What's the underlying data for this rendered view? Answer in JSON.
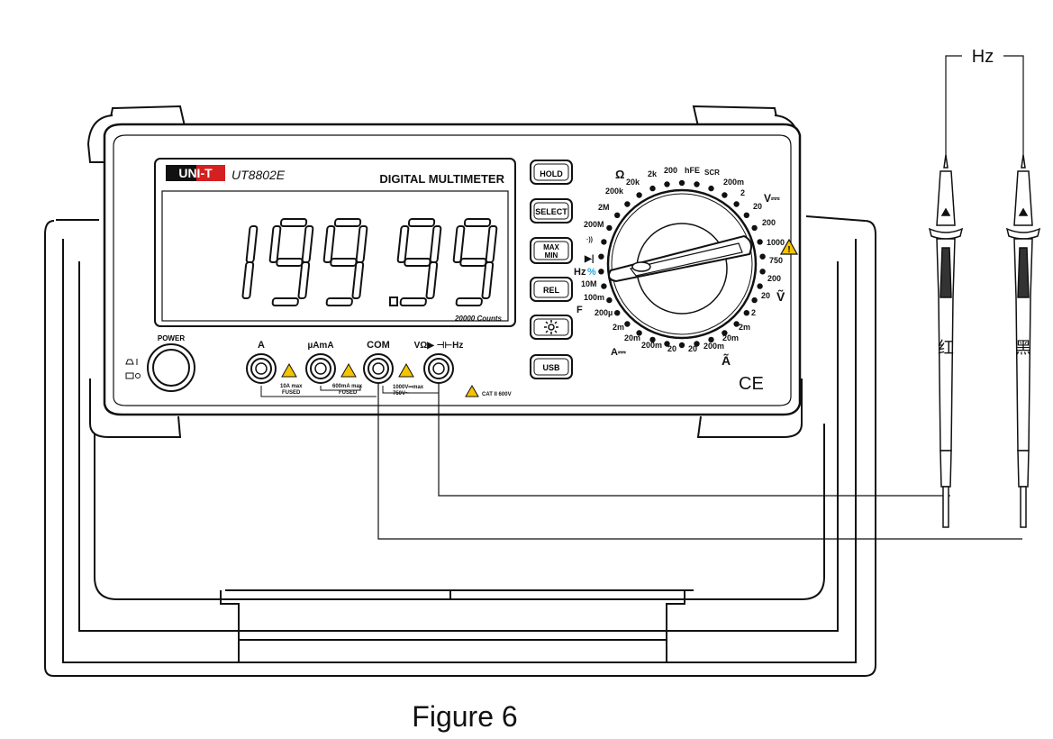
{
  "brand": "UNI-T",
  "model": "UT8802E",
  "device_title": "DIGITAL MULTIMETER",
  "display_reading": "199.99",
  "display_counts": "20000 Counts",
  "power_label": "POWER",
  "buttons": {
    "hold": "HOLD",
    "select": "SELECT",
    "max": "MAX",
    "min": "MIN",
    "rel": "REL",
    "backlight_icon": "sun-icon",
    "usb": "USB"
  },
  "jacks": {
    "a": "A",
    "uama": "µAmA",
    "com": "COM",
    "v": "VΩ▶ ⊣⊢Hz"
  },
  "jack_ratings": {
    "a_line1": "10A max",
    "a_line2": "FUSED",
    "ma_line1": "600mA max",
    "ma_line2": "FUSED",
    "v_line1": "1000V⎓max",
    "v_line2": "750V~",
    "cat": "CAT II 600V"
  },
  "dial": {
    "ohm": "Ω",
    "r20k": "20k",
    "r2k": "2k",
    "r200": "200",
    "hfe": "hFE",
    "scr": "SCR",
    "r200k": "200k",
    "r2m": "2M",
    "r200m_ohm": "200M",
    "beep": "·))",
    "diode": "▶|",
    "hz": "Hz",
    "pct": "%",
    "c10m": "10M",
    "c100m": "100m",
    "f": "F",
    "c200u": "200µ",
    "a2m": "2m",
    "a20m": "20m",
    "a200m": "200m",
    "a20": "20",
    "adc": "A⎓",
    "ac20": "20",
    "ac200m": "200m",
    "ac20m": "20m",
    "ac2m": "2m",
    "aac": "Ã",
    "vdc200m": "200m",
    "vdc2": "2",
    "vdc20": "20",
    "vdc_sym": "V⎓",
    "vdc200": "200",
    "vdc1000": "1000",
    "vac750": "750",
    "vac200": "200",
    "vac20": "20",
    "vac_sym": "Ṽ",
    "vac2": "2",
    "vac200m": "200m"
  },
  "ce_mark": "CE",
  "probes": {
    "label": "Hz",
    "red_char": "红",
    "black_char": "黑"
  },
  "caption": "Figure 6"
}
